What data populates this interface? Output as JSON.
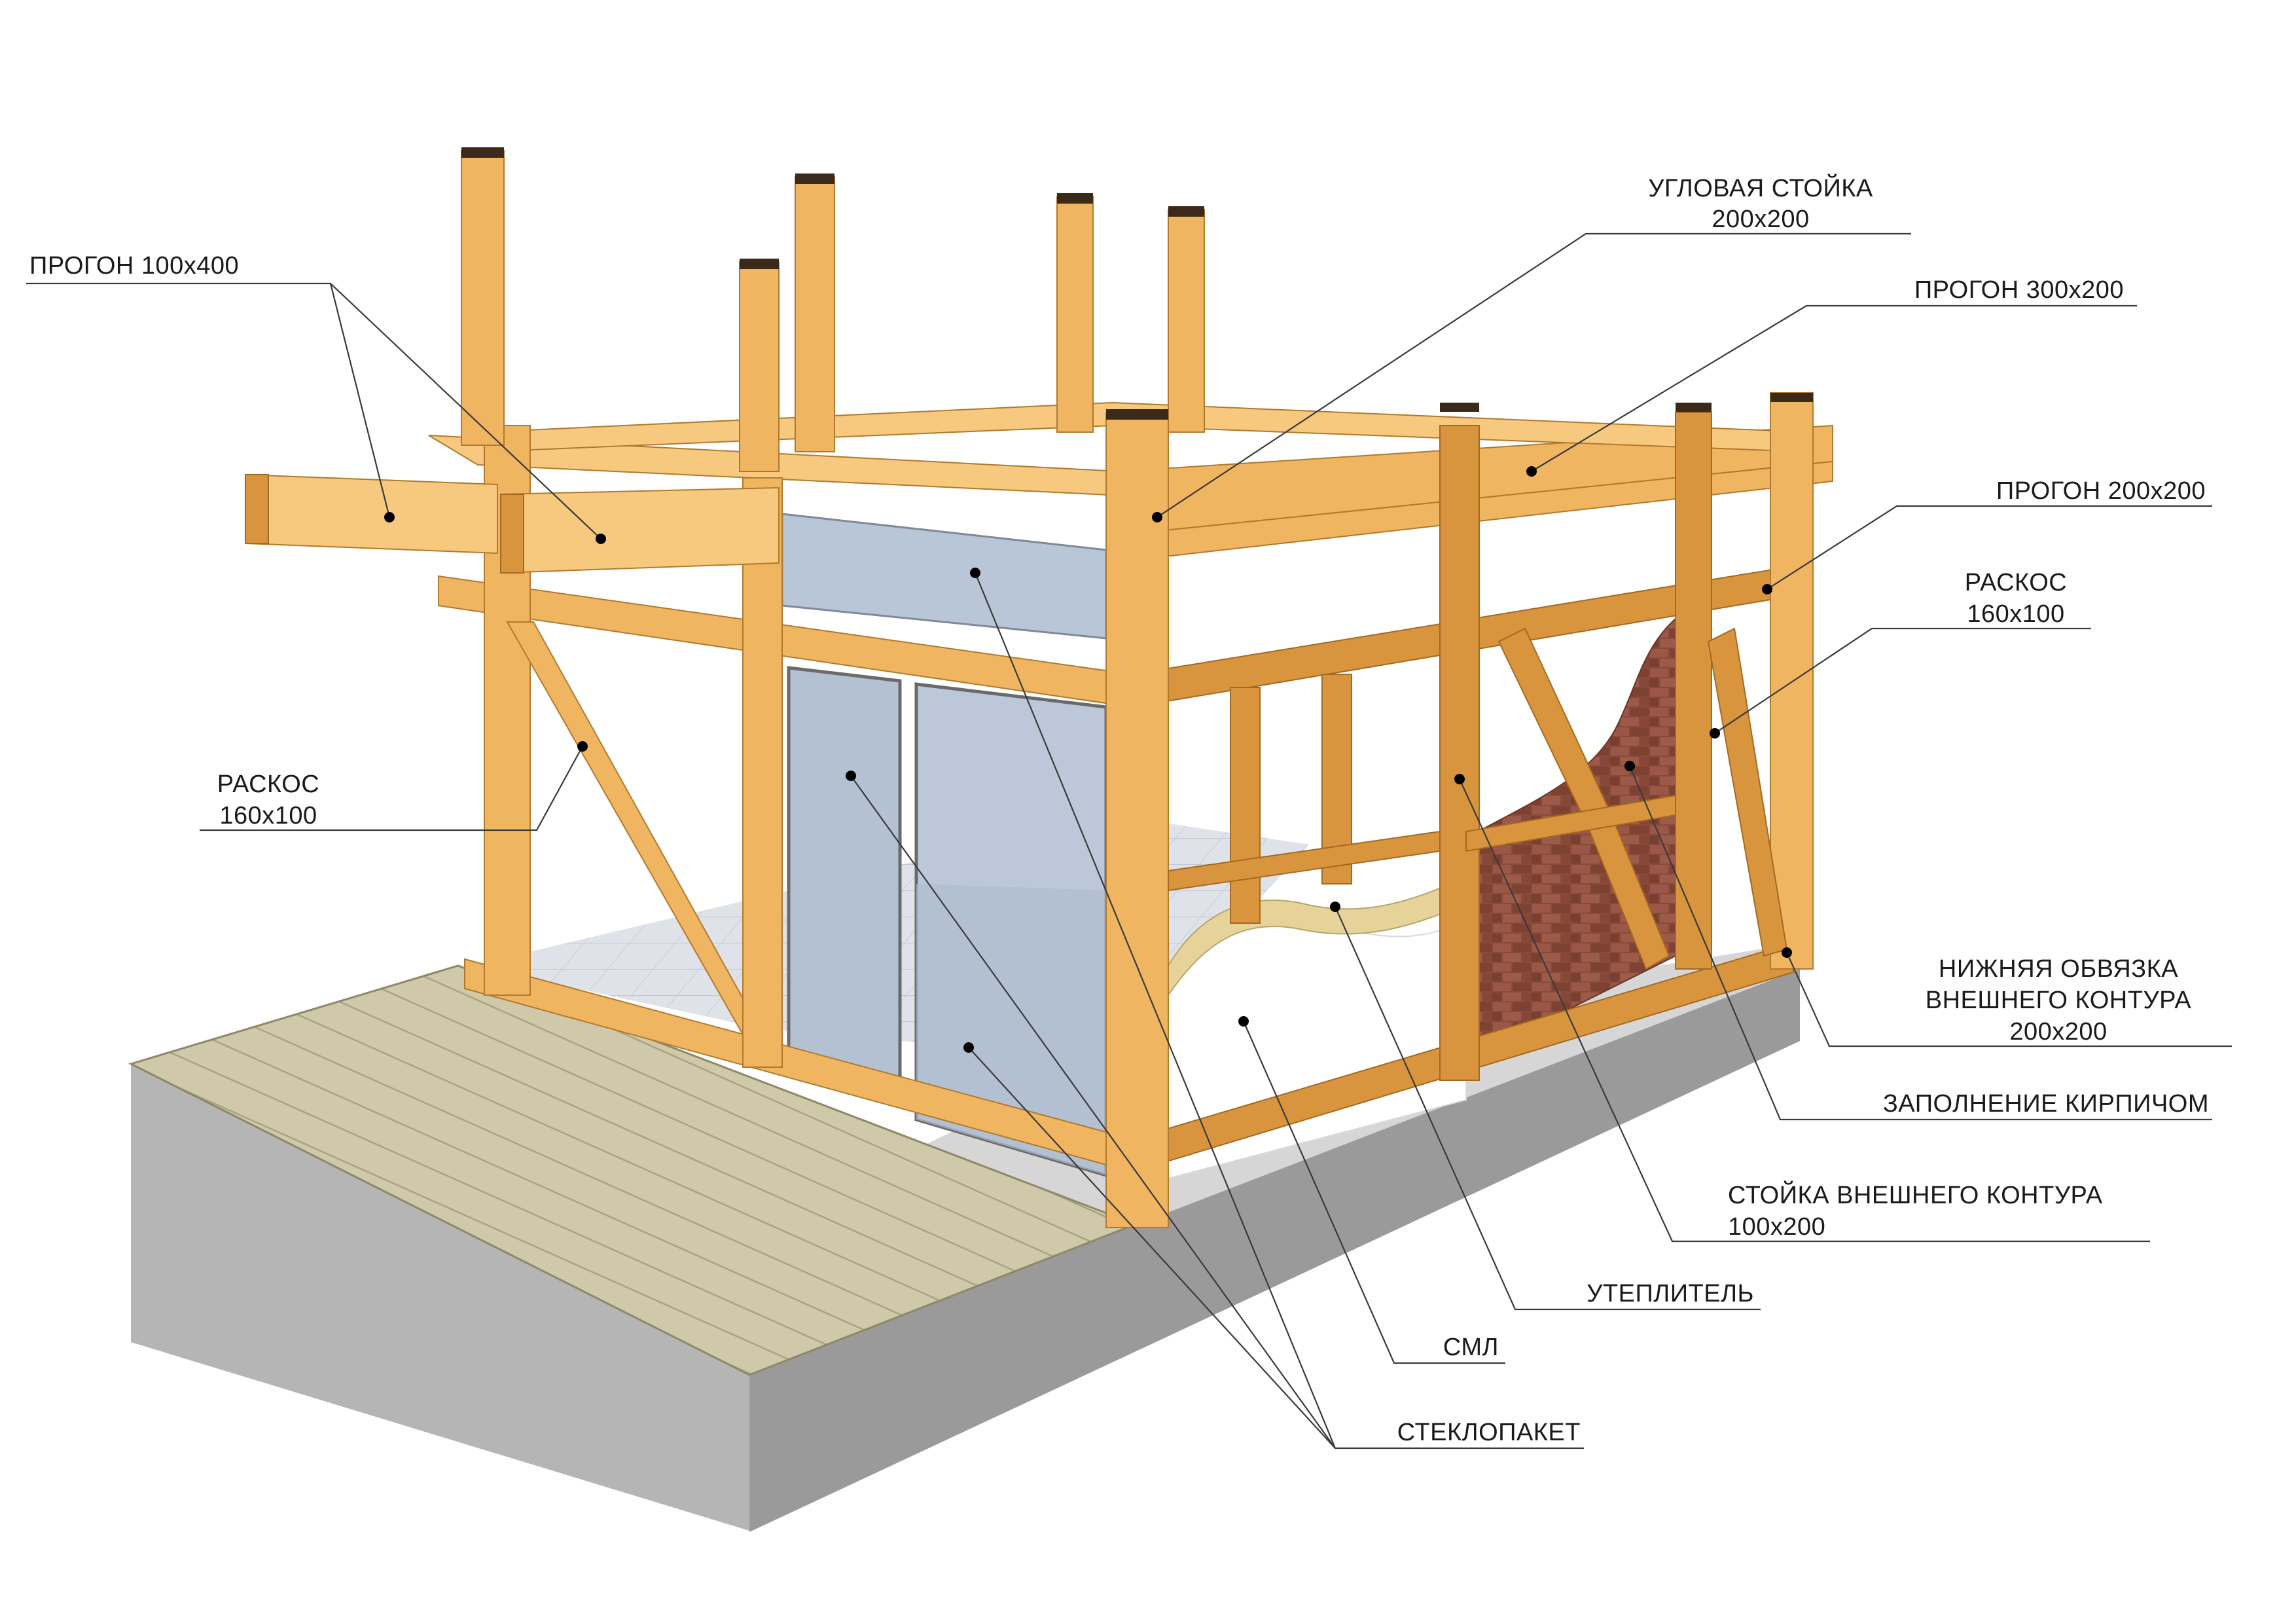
{
  "labels": {
    "purlin_100x400": "ПРОГОН 100х400",
    "corner_post_line1": "УГЛОВАЯ СТОЙКА",
    "corner_post_line2": "200х200",
    "purlin_300x200": "ПРОГОН 300х200",
    "purlin_200x200": "ПРОГОН 200х200",
    "brace_right_line1": "РАСКОС",
    "brace_right_line2": "160х100",
    "brace_left_line1": "РАСКОС",
    "brace_left_line2": "160х100",
    "sill_line1": "НИЖНЯЯ ОБВЯЗКА",
    "sill_line2": "ВНЕШНЕГО КОНТУРА",
    "sill_line3": "200х200",
    "brick_infill": "ЗАПОЛНЕНИЕ КИРПИЧОМ",
    "outer_post_line1": "СТОЙКА ВНЕШНЕГО КОНТУРА",
    "outer_post_line2": "100х200",
    "insulation": "УТЕПЛИТЕЛЬ",
    "sml": "СМЛ",
    "glazing": "СТЕКЛОПАКЕТ"
  },
  "colors": {
    "timber": "#f0b561",
    "timber_shadow": "#d8953d",
    "brick": "#8a4a3a",
    "glass": "#b8c6d8",
    "foundation": "#a9a9a9",
    "deck": "#c9c3a4",
    "insulation": "#ffffff",
    "sml_board": "#e6d39a"
  }
}
